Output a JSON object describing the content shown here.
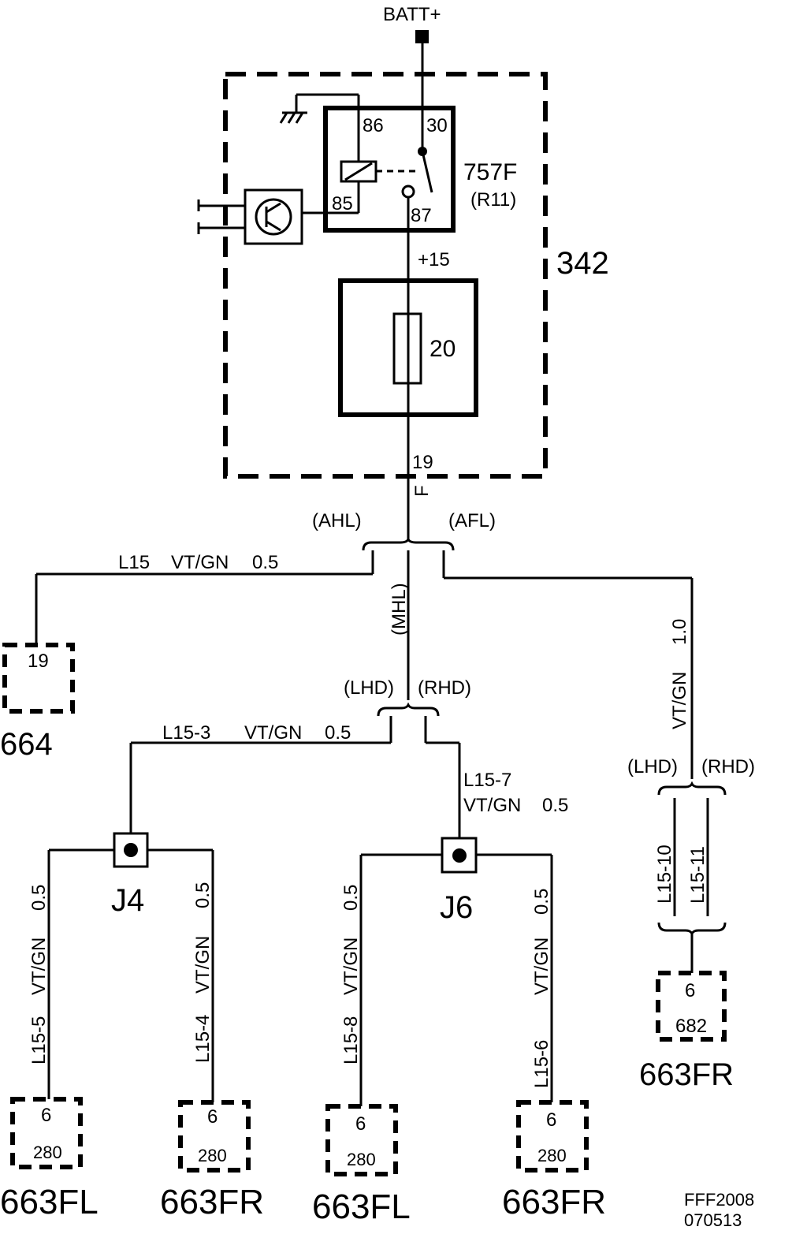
{
  "supply": {
    "label": "BATT+"
  },
  "relay": {
    "id": "757F",
    "ref": "(R11)",
    "pins": {
      "p86": "86",
      "p30": "30",
      "p85": "85",
      "p87": "87"
    }
  },
  "fusebox": {
    "id": "342",
    "output_label": "+15"
  },
  "fuse": {
    "rating": "20",
    "pin": "19",
    "terminal": "F"
  },
  "branch_main": {
    "left": "(AHL)",
    "right": "(AFL)",
    "middle": "(MHL)"
  },
  "wire_left": {
    "name": "L15",
    "color": "VT/GN",
    "size": "0.5"
  },
  "conn_664": {
    "pin": "19",
    "id": "664"
  },
  "wire_right": {
    "color": "VT/GN",
    "size": "1.0"
  },
  "branch_lhd_rhd": {
    "lhd": "(LHD)",
    "rhd": "(RHD)"
  },
  "branch_right": {
    "lhd": "(LHD)",
    "rhd": "(RHD)"
  },
  "wire_l15_3": {
    "name": "L15-3",
    "color": "VT/GN",
    "size": "0.5"
  },
  "wire_l15_7": {
    "name": "L15-7",
    "color": "VT/GN",
    "size": "0.5"
  },
  "splices": {
    "j4": "J4",
    "j6": "J6"
  },
  "wire_l15_10": {
    "name": "L15-10"
  },
  "wire_l15_11": {
    "name": "L15-11"
  },
  "conn_682": {
    "pin": "6",
    "ref": "682",
    "id": "663FR"
  },
  "wire_l15_5": {
    "name": "L15-5",
    "color": "VT/GN",
    "size": "0.5"
  },
  "wire_l15_4": {
    "name": "L15-4",
    "color": "VT/GN",
    "size": "0.5"
  },
  "wire_l15_8": {
    "name": "L15-8",
    "color": "VT/GN",
    "size": "0.5"
  },
  "wire_l15_6": {
    "name": "L15-6",
    "color": "VT/GN",
    "size": "0.5"
  },
  "bottom_connectors": [
    {
      "pin": "6",
      "ref": "280",
      "id": "663FL"
    },
    {
      "pin": "6",
      "ref": "280",
      "id": "663FR"
    },
    {
      "pin": "6",
      "ref": "280",
      "id": "663FL"
    },
    {
      "pin": "6",
      "ref": "280",
      "id": "663FR"
    }
  ],
  "footer": {
    "code": "FFF2008",
    "date": "070513"
  }
}
